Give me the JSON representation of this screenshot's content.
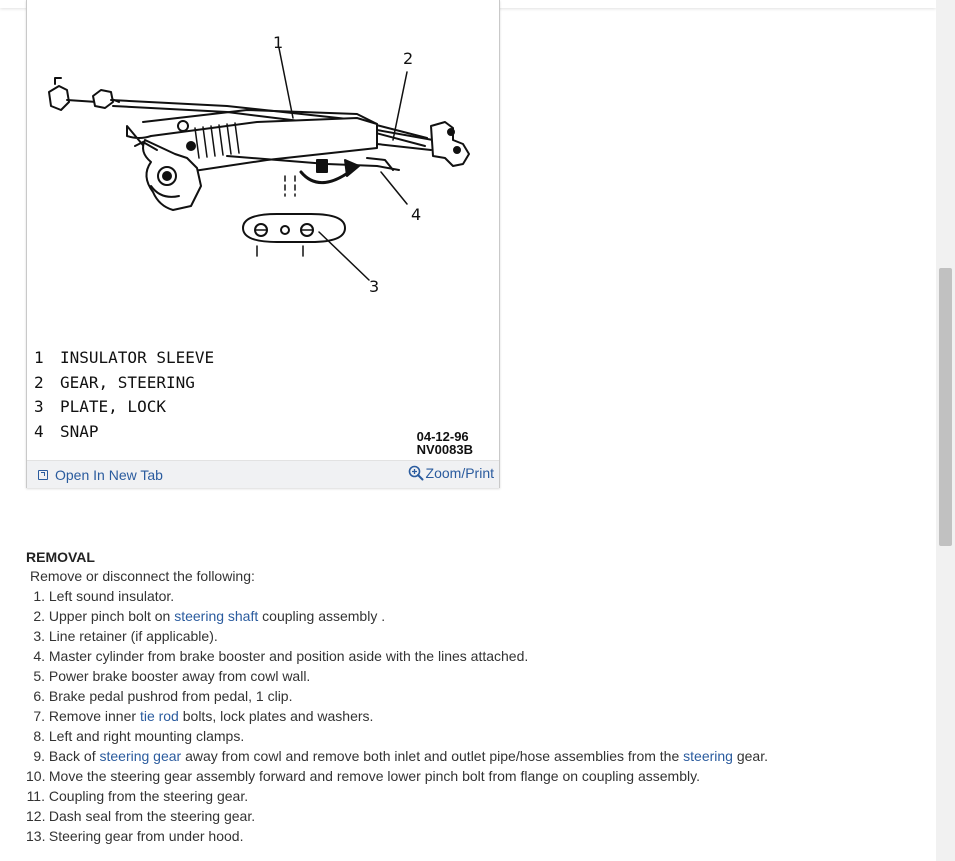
{
  "figure": {
    "callouts": [
      "1",
      "2",
      "3",
      "4"
    ],
    "legend": [
      {
        "num": "1",
        "text": "INSULATOR SLEEVE"
      },
      {
        "num": "2",
        "text": "GEAR, STEERING"
      },
      {
        "num": "3",
        "text": "PLATE, LOCK"
      },
      {
        "num": "4",
        "text": "SNAP"
      }
    ],
    "code_line1": "04-12-96",
    "code_line2": "NV0083B",
    "open_new_tab_label": "Open In New Tab",
    "zoom_print_label": "Zoom/Print"
  },
  "removal": {
    "heading": "REMOVAL",
    "intro": "Remove or disconnect the following:",
    "steps": [
      {
        "num": "1.",
        "pre": "Left sound insulator.",
        "link": "",
        "post": ""
      },
      {
        "num": "2.",
        "pre": "Upper pinch bolt on ",
        "link": "steering shaft",
        "post": " coupling assembly ."
      },
      {
        "num": "3.",
        "pre": "Line retainer (if applicable).",
        "link": "",
        "post": ""
      },
      {
        "num": "4.",
        "pre": "Master cylinder from brake booster and position aside with the lines attached.",
        "link": "",
        "post": ""
      },
      {
        "num": "5.",
        "pre": "Power brake booster away from cowl wall.",
        "link": "",
        "post": ""
      },
      {
        "num": "6.",
        "pre": "Brake pedal pushrod from pedal, 1 clip.",
        "link": "",
        "post": ""
      },
      {
        "num": "7.",
        "pre": "Remove inner ",
        "link": "tie rod",
        "post": " bolts, lock plates and washers."
      },
      {
        "num": "8.",
        "pre": "Left and right mounting clamps.",
        "link": "",
        "post": ""
      },
      {
        "num": "9.",
        "pre": "Back of ",
        "link": "steering gear",
        "post": " away from cowl and remove both inlet and outlet pipe/hose assemblies from the ",
        "link2": "steering",
        "post2": " gear."
      },
      {
        "num": "10.",
        "pre": "Move the steering gear assembly forward and remove lower pinch bolt from flange on coupling assembly.",
        "link": "",
        "post": ""
      },
      {
        "num": "11.",
        "pre": "Coupling from the steering gear.",
        "link": "",
        "post": ""
      },
      {
        "num": "12.",
        "pre": "Dash seal from the steering gear.",
        "link": "",
        "post": ""
      },
      {
        "num": "13.",
        "pre": "Steering gear from under hood.",
        "link": "",
        "post": ""
      }
    ]
  },
  "colors": {
    "link": "#2a5b9e",
    "footer_bg": "#f0f1f3",
    "scroll_thumb": "#c1c1c1"
  }
}
